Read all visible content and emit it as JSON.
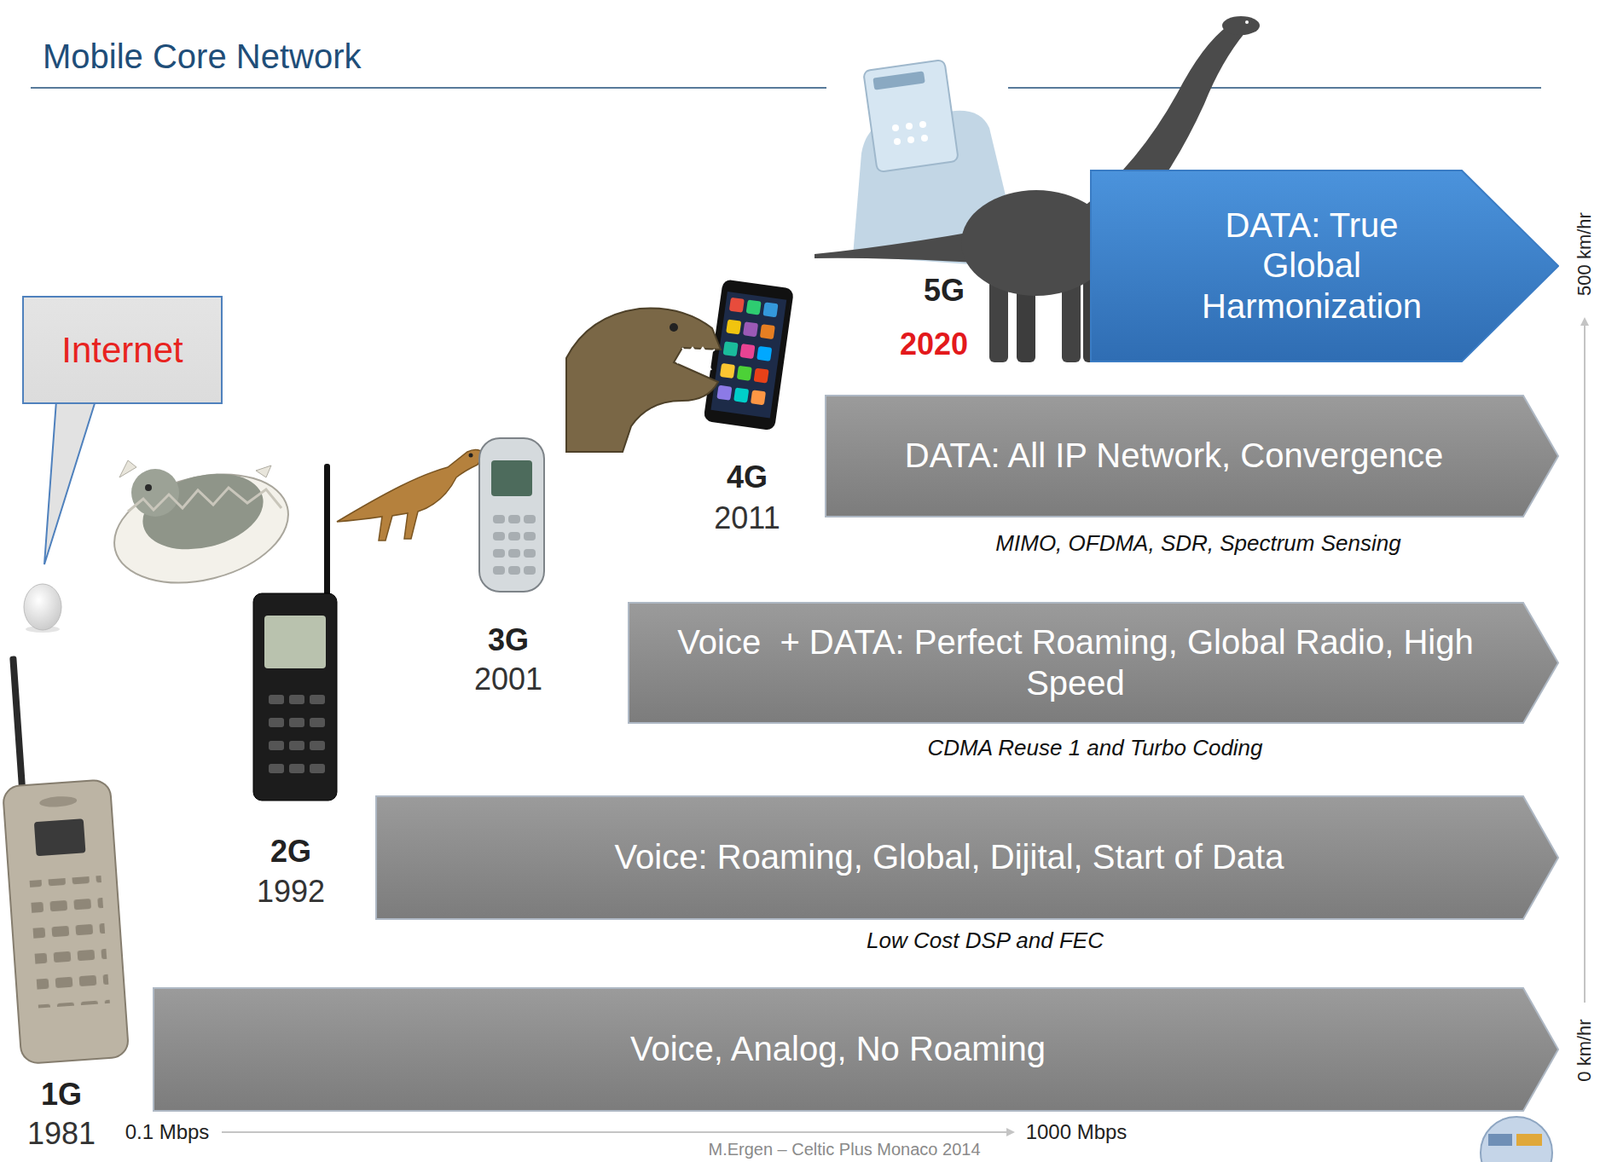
{
  "diagram": {
    "title": "Mobile Core Network",
    "nodes": [
      {
        "text": [
          "Internet"
        ]
      },
      {
        "text": [
          "DATA: True Global Harmonization"
        ]
      },
      {
        "text": [
          "DATA: All IP Network, Convergence"
        ]
      },
      {
        "text": [
          "Voice  + DATA: Perfect Roaming, Global Radio, High Speed"
        ]
      },
      {
        "text": [
          "Voice: Roaming, Global, Dijital, Start of Data"
        ]
      },
      {
        "text": [
          "Voice, Analog, No Roaming"
        ]
      }
    ],
    "labels": [
      "5G",
      "2020",
      "4G",
      "2011",
      "MIMO, OFDMA, SDR, Spectrum Sensing",
      "3G",
      "2001",
      "CDMA Reuse 1 and Turbo Coding",
      "2G",
      "1992",
      "Low Cost DSP and FEC",
      "1G",
      "1981",
      "0.1 Mbps",
      "1000 Mbps",
      "M.Ergen – Celtic Plus Monaco 2014",
      "500 km/hr",
      "0 km/hr"
    ]
  }
}
